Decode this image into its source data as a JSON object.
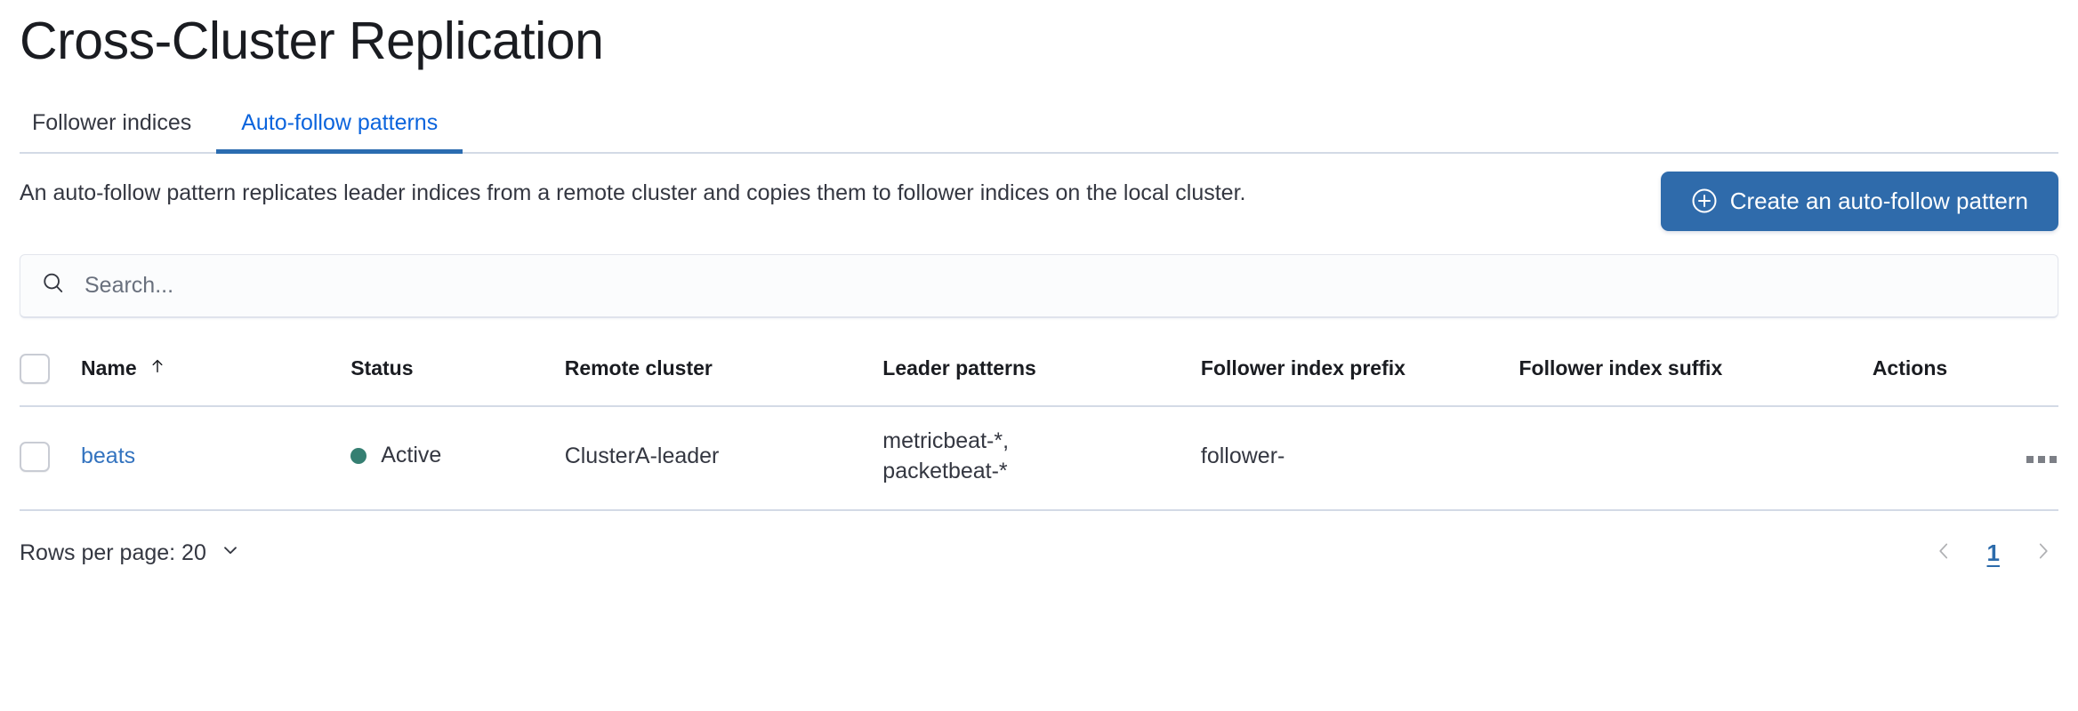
{
  "page": {
    "title": "Cross-Cluster Replication"
  },
  "tabs": [
    {
      "label": "Follower indices",
      "active": false
    },
    {
      "label": "Auto-follow patterns",
      "active": true
    }
  ],
  "intro": {
    "description": "An auto-follow pattern replicates leader indices from a remote cluster and copies them to follower indices on the local cluster.",
    "create_button_label": "Create an auto-follow pattern",
    "create_button_icon": "plus-in-circle-icon"
  },
  "search": {
    "placeholder": "Search...",
    "value": "",
    "icon": "search-icon"
  },
  "table": {
    "columns": [
      "Name",
      "Status",
      "Remote cluster",
      "Leader patterns",
      "Follower index prefix",
      "Follower index suffix",
      "Actions"
    ],
    "sorted_column": "Name",
    "sort_direction": "ascending",
    "sort_icon": "sort-up-arrow-icon",
    "actions_icon": "boxes-horizontal-icon",
    "rows": [
      {
        "name": "beats",
        "status": "Active",
        "status_color": "#357f72",
        "remote_cluster": "ClusterA-leader",
        "leader_patterns": "metricbeat-*,\npacketbeat-*",
        "follower_index_prefix": "follower-",
        "follower_index_suffix": "",
        "actions": "•••"
      }
    ]
  },
  "footer": {
    "rows_per_page_label": "Rows per page: 20",
    "rows_per_page_icon": "chevron-down-icon",
    "pagination": {
      "previous_icon": "chevron-left-icon",
      "next_icon": "chevron-right-icon",
      "pages": [
        "1"
      ],
      "current_page": "1"
    }
  },
  "colors": {
    "accent_blue": "#2f6bab",
    "link_blue": "#3373bf",
    "tab_active": "#0b64dd",
    "border": "#d3dae6",
    "status_active": "#357f72"
  }
}
